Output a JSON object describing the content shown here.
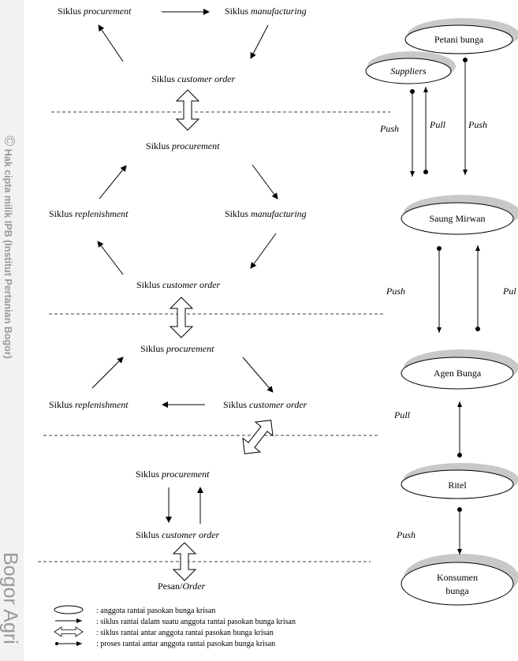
{
  "watermark": {
    "copyright_symbol": "©",
    "line_small": "Hak cipta milik IPB (Institut Pertanian Bogor)",
    "line_big": "Bogor Agri"
  },
  "left_labels": {
    "s1_procurement": [
      "Siklus ",
      "procurement"
    ],
    "s1_manufacturing": [
      "Siklus ",
      "manufacturing"
    ],
    "s1_customer_order": [
      "Siklus ",
      "customer order"
    ],
    "s2_procurement": [
      "Siklus ",
      "procurement"
    ],
    "s2_replenishment": [
      "Siklus ",
      "replenishment"
    ],
    "s2_manufacturing": [
      "Siklus ",
      "manufacturing"
    ],
    "s2_customer_order": [
      "Siklus ",
      "customer order"
    ],
    "s3_procurement": [
      "Siklus ",
      "procurement"
    ],
    "s3_replenishment": [
      "Siklus ",
      "replenishment"
    ],
    "s3_customer_order": [
      "Siklus ",
      "customer order"
    ],
    "s4_procurement": [
      "Siklus ",
      "procurement"
    ],
    "s4_customer_order": [
      "Siklus ",
      "customer order"
    ],
    "s4_pesan_order": [
      "Pesan/",
      "Order"
    ]
  },
  "nodes": {
    "petani_bunga": "Petani bunga",
    "suppliers": "Suppliers",
    "saung_mirwan": "Saung Mirwan",
    "agen_bunga": "Agen Bunga",
    "ritel": "Ritel",
    "konsumen_line1": "Konsumen",
    "konsumen_line2": "bunga"
  },
  "flow_labels": {
    "push_1": "Push",
    "pull_1": "Pull",
    "push_2": "Push",
    "push_3": "Push",
    "pull_3": "Pul",
    "pull_4": "Pull",
    "push_5": "Push"
  },
  "legend": [
    ": anggota rantai pasokan bunga krisan",
    ": siklus rantai dalam suatu anggota rantai pasokan bunga krisan",
    ": siklus rantai antar anggota rantai pasokan bunga krisan",
    ": proses rantai antar anggota rantai pasokan bunga krisan"
  ]
}
